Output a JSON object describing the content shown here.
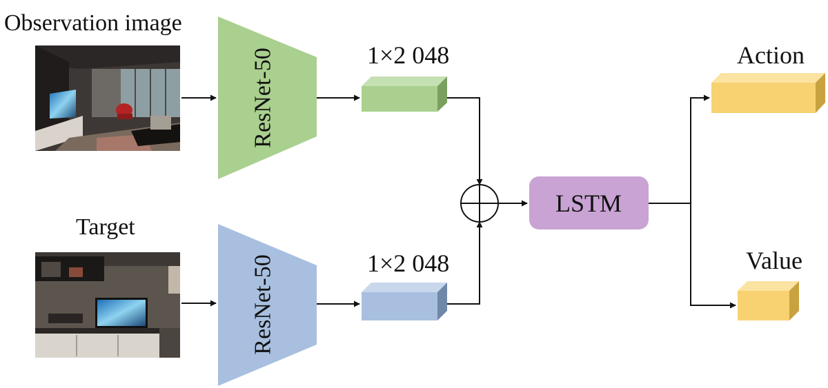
{
  "inputs": {
    "observation_label": "Observation image",
    "target_label": "Target"
  },
  "encoders": {
    "top_label": "ResNet-50",
    "bottom_label": "ResNet-50"
  },
  "features": {
    "top_label": "1×2 048",
    "bottom_label": "1×2 048"
  },
  "fusion": {
    "symbol": "concatenation-circle-plus"
  },
  "lstm": {
    "label": "LSTM"
  },
  "outputs": {
    "action_label": "Action",
    "value_label": "Value"
  },
  "colors": {
    "green": "#a9d08e",
    "green_dark": "#7a9f5f",
    "blue": "#a8bfdf",
    "blue_dark": "#7088a8",
    "purple": "#c9a3d3",
    "yellow": "#f8d270",
    "yellow_dark": "#c9a240",
    "line": "#111111"
  }
}
